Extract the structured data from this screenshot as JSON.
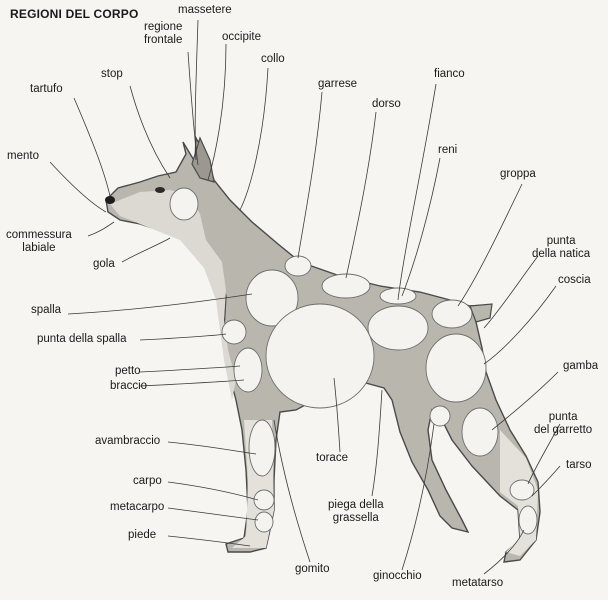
{
  "title": "REGIONI DEL CORPO",
  "labels": {
    "massetere": "massetere",
    "regione_frontale": [
      "regione",
      "frontale"
    ],
    "occipite": "occipite",
    "collo": "collo",
    "stop": "stop",
    "tartufo": "tartufo",
    "mento": "mento",
    "commessura_labiale": [
      "commessura",
      "labiale"
    ],
    "gola": "gola",
    "garrese": "garrese",
    "dorso": "dorso",
    "fianco": "fianco",
    "reni": "reni",
    "groppa": "groppa",
    "punta_della_natica": [
      "punta",
      "della natica"
    ],
    "coscia": "coscia",
    "spalla": "spalla",
    "punta_della_spalla": "punta della spalla",
    "petto": "petto",
    "braccio": "braccio",
    "gamba": "gamba",
    "punta_del_garretto": [
      "punta",
      "del garretto"
    ],
    "tarso": "tarso",
    "avambraccio": "avambraccio",
    "torace": "torace",
    "carpo": "carpo",
    "metacarpo": "metacarpo",
    "piede": "piede",
    "piega_della_grassella": [
      "piega della",
      "grassella"
    ],
    "gomito": "gomito",
    "ginocchio": "ginocchio",
    "metatarso": "metatarso"
  }
}
